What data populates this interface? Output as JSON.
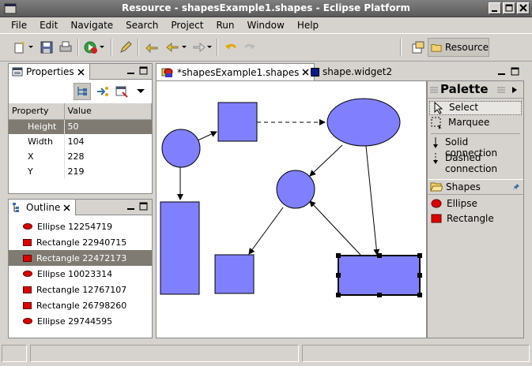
{
  "window": {
    "title": "Resource - shapesExample1.shapes - Eclipse Platform"
  },
  "menubar": {
    "items": [
      "File",
      "Edit",
      "Navigate",
      "Search",
      "Project",
      "Run",
      "Window",
      "Help"
    ]
  },
  "toolbar": {
    "perspective_label": "Resource"
  },
  "properties_view": {
    "tab_label": "Properties",
    "columns": [
      "Property",
      "Value"
    ],
    "rows": [
      {
        "property": "Height",
        "value": "50"
      },
      {
        "property": "Width",
        "value": "104"
      },
      {
        "property": "X",
        "value": "228"
      },
      {
        "property": "Y",
        "value": "219"
      }
    ],
    "selected_row": 0
  },
  "outline_view": {
    "tab_label": "Outline",
    "items": [
      {
        "kind": "ellipse",
        "label": "Ellipse 12254719"
      },
      {
        "kind": "rectangle",
        "label": "Rectangle 22940715"
      },
      {
        "kind": "rectangle",
        "label": "Rectangle 22472173"
      },
      {
        "kind": "ellipse",
        "label": "Ellipse 10023314"
      },
      {
        "kind": "rectangle",
        "label": "Rectangle 12767107"
      },
      {
        "kind": "rectangle",
        "label": "Rectangle 26798260"
      },
      {
        "kind": "ellipse",
        "label": "Ellipse 29744595"
      }
    ],
    "selected_index": 2
  },
  "editor": {
    "tabs": [
      {
        "label": "*shapesExample1.shapes",
        "active": true
      },
      {
        "label": "shape.widget2",
        "active": false
      }
    ]
  },
  "palette": {
    "title": "Palette",
    "tools": [
      {
        "label": "Select",
        "icon": "arrow-pointer-icon"
      },
      {
        "label": "Marquee",
        "icon": "marquee-icon"
      },
      {
        "label": "Solid connection",
        "icon": "solid-connection-icon"
      },
      {
        "label": "Dashed connection",
        "icon": "dashed-connection-icon"
      }
    ],
    "drawer_label": "Shapes",
    "shapes": [
      {
        "label": "Ellipse",
        "icon": "ellipse-icon"
      },
      {
        "label": "Rectangle",
        "icon": "rectangle-icon"
      }
    ]
  },
  "colors": {
    "shape_fill": "#8080ff",
    "selection": "#7f7b73",
    "titlebar": "#6a6a6a"
  }
}
